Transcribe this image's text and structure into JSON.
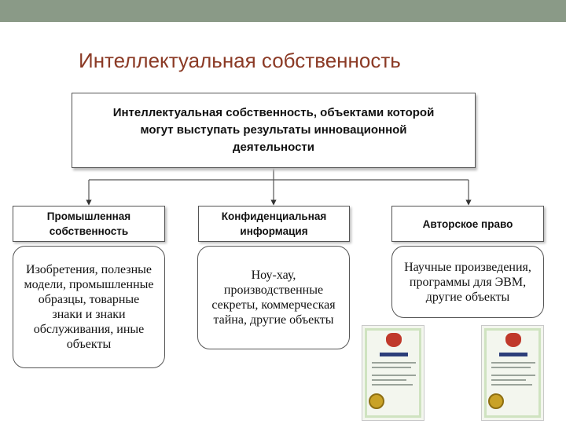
{
  "title": "Интеллектуальная собственность",
  "root": {
    "lines": [
      "Интеллектуальная собственность, объектами которой",
      "могут выступать результаты инновационной",
      "деятельности"
    ]
  },
  "categories": [
    {
      "lines": [
        "Промышленная",
        "собственность"
      ]
    },
    {
      "lines": [
        "Конфиденциальная",
        "информация"
      ]
    },
    {
      "lines": [
        "Авторское право"
      ]
    }
  ],
  "examples": [
    {
      "lines": [
        "Изобретения, полезные",
        "модели, промышленные",
        "образцы, товарные",
        "знаки и знаки",
        "обслуживания, иные",
        "объекты"
      ]
    },
    {
      "lines": [
        "Ноу-хау,",
        "производственные",
        "секреты, коммерческая",
        "тайна, другие объекты"
      ]
    },
    {
      "lines": [
        "Научные произведения,",
        "программы для ЭВМ,",
        "другие объекты"
      ]
    }
  ],
  "colors": {
    "title": "#8b3a25",
    "topbar": "#8a9a87",
    "border": "#555555"
  },
  "images": [
    "patent-certificate-icon",
    "patent-certificate-icon"
  ]
}
